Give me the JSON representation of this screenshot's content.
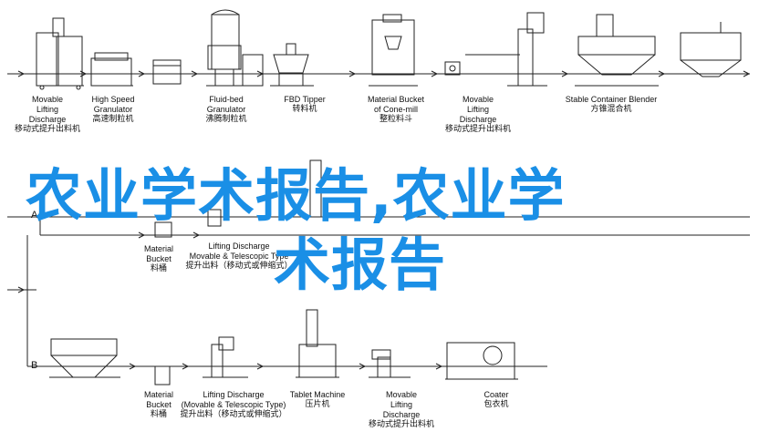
{
  "row1": [
    {
      "en": [
        "Movable",
        "Lifting",
        "Discharge"
      ],
      "cn": "移动式提升出料机"
    },
    {
      "en": [
        "High Speed",
        "Granulator"
      ],
      "cn": "高速制粒机"
    },
    {
      "en": [
        "Fluid-bed",
        "Granulator"
      ],
      "cn": "沸腾制粒机"
    },
    {
      "en": [
        "FBD Tipper"
      ],
      "cn": "转料机"
    },
    {
      "en": [
        "Material Bucket",
        "of Cone-mill"
      ],
      "cn": "整粒料斗"
    },
    {
      "en": [
        "Movable",
        "Lifting",
        "Discharge"
      ],
      "cn": "移动式提升出料机"
    },
    {
      "en": [
        "Stable Container Blender"
      ],
      "cn": "方锥混合机"
    }
  ],
  "rowA": {
    "marker": "A",
    "items": [
      {
        "en": [
          "Material",
          "Bucket"
        ],
        "cn": "料桶"
      },
      {
        "en": [
          "Lifting Discharge",
          "Movable & Telescopic Type"
        ],
        "cn": "提升出料（移动式或伸缩式）"
      }
    ]
  },
  "rowB": {
    "marker": "B",
    "items": [
      {
        "en": [
          "Material",
          "Bucket"
        ],
        "cn": "料桶"
      },
      {
        "en": [
          "Lifting Discharge",
          "(Movable & Telescopic Type)"
        ],
        "cn": "提升出料（移动式或伸缩式）"
      },
      {
        "en": [
          "Tablet Machine"
        ],
        "cn": "压片机"
      },
      {
        "en": [
          "Movable",
          "Lifting",
          "Discharge"
        ],
        "cn": "移动式提升出料机"
      },
      {
        "en": [
          "Coater"
        ],
        "cn": "包衣机"
      }
    ]
  },
  "overlay": {
    "line1": "农业学术报告,农业学",
    "line2": "术报告"
  },
  "colors": {
    "overlay": "#1a8fe6",
    "lines": "#222222"
  }
}
